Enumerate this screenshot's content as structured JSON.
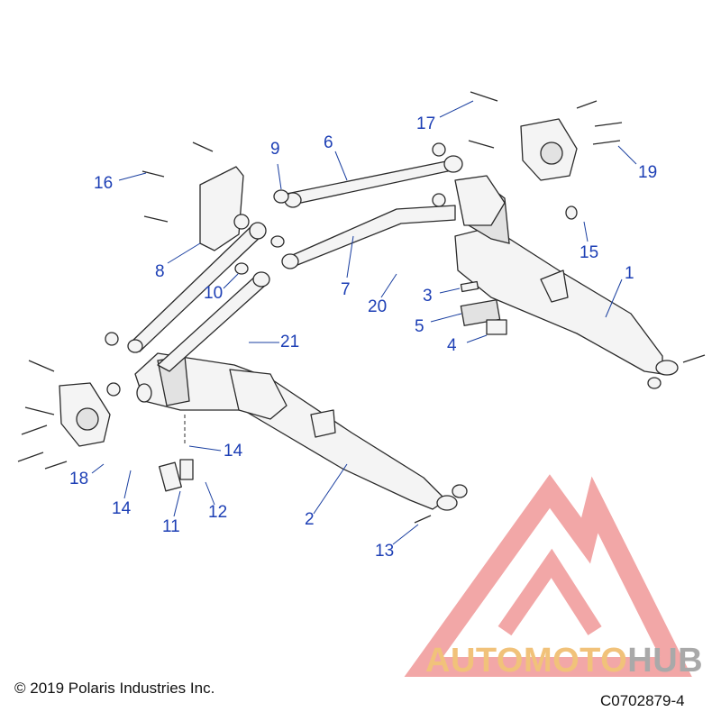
{
  "callouts": [
    {
      "id": "c1",
      "text": "1"
    },
    {
      "id": "c2",
      "text": "2"
    },
    {
      "id": "c3",
      "text": "3"
    },
    {
      "id": "c4",
      "text": "4"
    },
    {
      "id": "c5",
      "text": "5"
    },
    {
      "id": "c6",
      "text": "6"
    },
    {
      "id": "c7",
      "text": "7"
    },
    {
      "id": "c8",
      "text": "8"
    },
    {
      "id": "c9",
      "text": "9"
    },
    {
      "id": "c10",
      "text": "10"
    },
    {
      "id": "c11",
      "text": "11"
    },
    {
      "id": "c12",
      "text": "12"
    },
    {
      "id": "c13",
      "text": "13"
    },
    {
      "id": "c14a",
      "text": "14"
    },
    {
      "id": "c14b",
      "text": "14"
    },
    {
      "id": "c15",
      "text": "15"
    },
    {
      "id": "c16",
      "text": "16"
    },
    {
      "id": "c17",
      "text": "17"
    },
    {
      "id": "c18",
      "text": "18"
    },
    {
      "id": "c19",
      "text": "19"
    },
    {
      "id": "c20",
      "text": "20"
    },
    {
      "id": "c21",
      "text": "21"
    }
  ],
  "copyright": "© 2019 Polaris Industries Inc.",
  "figure_code": "C0702879-4",
  "watermark": {
    "part1": "AUTOMOTO",
    "part2": "HUB",
    "colors": {
      "triangle": "#ee8a8a",
      "text_primary": "#f1c27a",
      "text_secondary": "#a9a9a9"
    }
  },
  "colors": {
    "callout": "#1d3fb5",
    "line": "#2a2a2a"
  }
}
